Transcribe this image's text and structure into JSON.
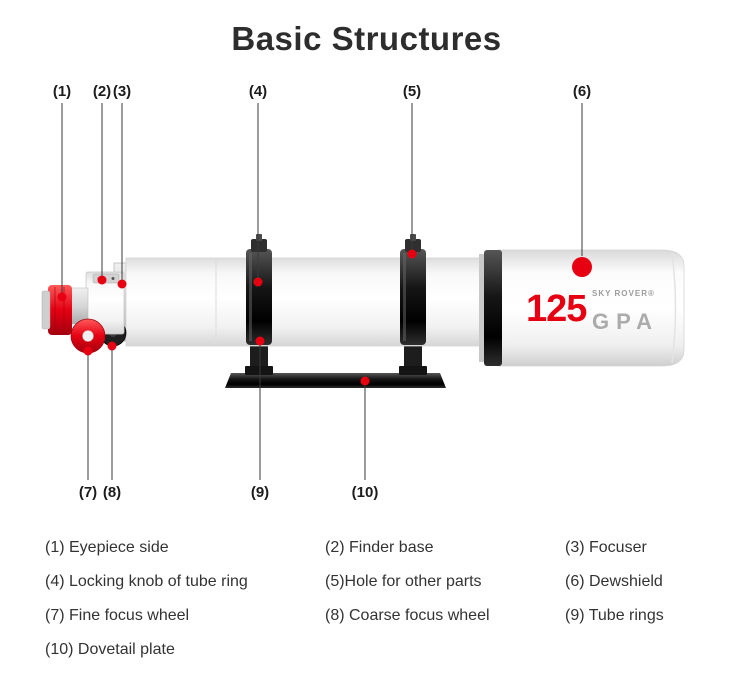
{
  "title": "Basic Structures",
  "colors": {
    "accent": "#e60012",
    "title_text": "#2d2d2d",
    "legend_text": "#333333",
    "line": "#3a3a3a"
  },
  "callouts": [
    "(1)",
    "(2)",
    "(3)",
    "(4)",
    "(5)",
    "(6)",
    "(7)",
    "(8)",
    "(9)",
    "(10)"
  ],
  "telescope": {
    "model": "125",
    "brand": "SKY ROVER®",
    "series": "GPA"
  },
  "legend": [
    "(1) Eyepiece side",
    "(2) Finder base",
    "(3) Focuser",
    "(4) Locking knob of tube ring",
    "(5)Hole for other parts",
    "(6) Dewshield",
    "(7) Fine focus wheel",
    "(8) Coarse focus wheel",
    "(9) Tube rings",
    "(10) Dovetail plate"
  ]
}
